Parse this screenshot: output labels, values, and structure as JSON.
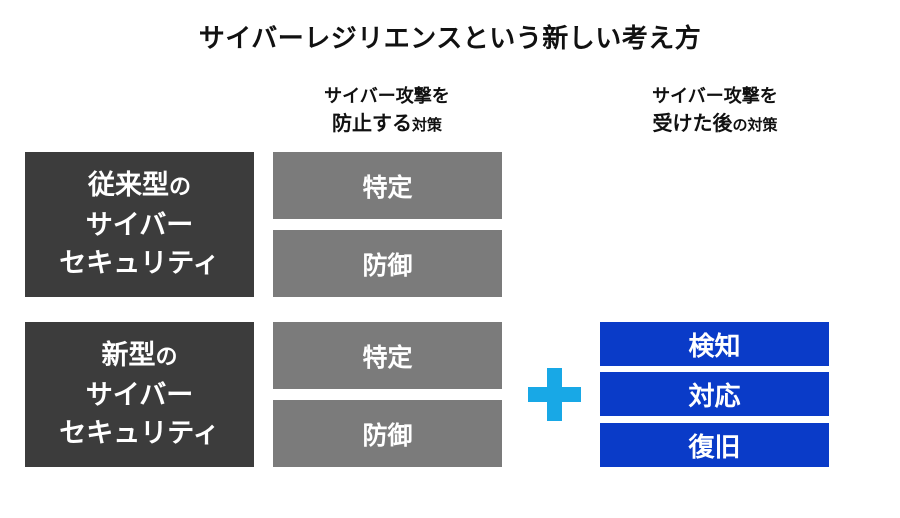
{
  "title": "サイバーレジリエンスという新しい考え方",
  "columns": {
    "prevent": {
      "line1": "サイバー攻撃を",
      "line2_main": "防止する",
      "line2_small": "対策"
    },
    "after": {
      "line1": "サイバー攻撃を",
      "line2_main": "受けた後",
      "line2_small": "の対策"
    }
  },
  "rows": {
    "legacy": {
      "label_main": "従来型",
      "label_no": "の",
      "label_line2": "サイバー",
      "label_line3": "セキュリティ",
      "prevent_items": [
        "特定",
        "防御"
      ]
    },
    "new": {
      "label_main": "新型",
      "label_no": "の",
      "label_line2": "サイバー",
      "label_line3": "セキュリティ",
      "prevent_items": [
        "特定",
        "防御"
      ],
      "after_items": [
        "検知",
        "対応",
        "復旧"
      ]
    }
  },
  "colors": {
    "dark": "#3c3c3c",
    "gray": "#7b7b7b",
    "blue": "#0a3bc8",
    "plus": "#18a8e6"
  }
}
